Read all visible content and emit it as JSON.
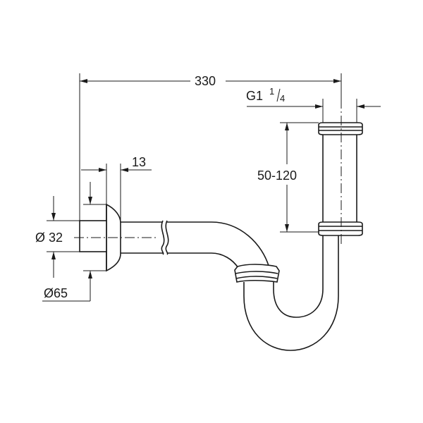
{
  "drawing": {
    "dimensions": {
      "overall_length": "330",
      "thread_prefix": "G1",
      "thread_num": "1",
      "thread_den": "4",
      "height_range": "50-120",
      "flange_thickness": "13",
      "pipe_diameter": "Ø 32",
      "flange_diameter": "Ø65"
    }
  }
}
